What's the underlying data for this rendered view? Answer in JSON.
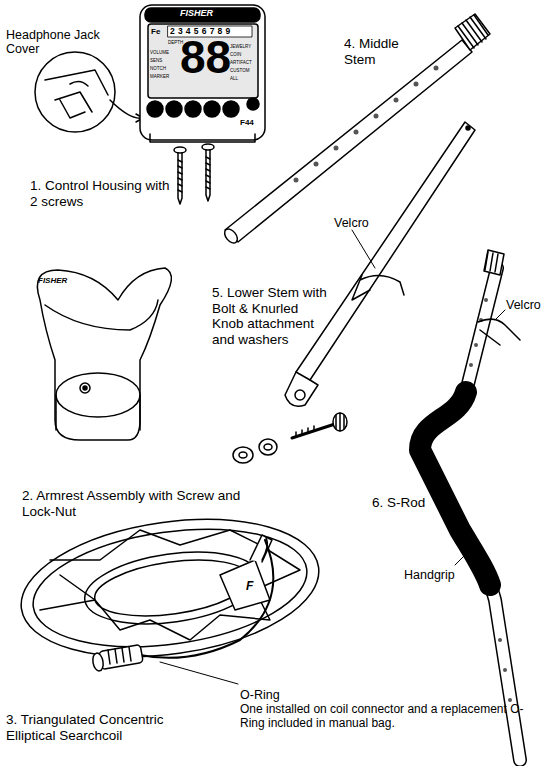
{
  "diagram": {
    "labels": [
      "Headphone Jack Cover",
      "1. Control Housing with 2 screws",
      "4. Middle Stem",
      "5. Lower Stem with Bolt & Knurled Knob attachment and washers",
      "Velcro",
      "Velcro",
      "2. Armrest Assembly with Screw and Lock-Nut",
      "6. S-Rod",
      "Handgrip",
      "3. Triangulated Concentric Elliptical Searchcoil",
      "O-Ring",
      "One installed on coil connector and a replacement O-Ring included in manual bag.",
      "FISHER",
      "FISHER",
      "Fe",
      "23456789",
      "88",
      "DEPTH",
      "VOLUME",
      "SENS",
      "NOTCH",
      "MARKER",
      "JEWELRY",
      "COIN",
      "ARTIFACT",
      "CUSTOM",
      "ALL",
      "F44",
      "F"
    ]
  }
}
